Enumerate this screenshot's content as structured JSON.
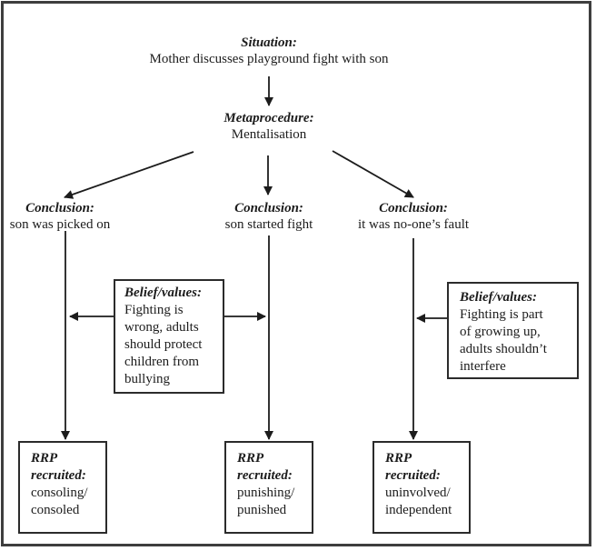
{
  "figure": {
    "situation": {
      "label": "Situation:",
      "text": "Mother discusses playground fight with son"
    },
    "metaprocedure": {
      "label": "Metaprocedure:",
      "text": "Mentalisation"
    },
    "conclusions": [
      {
        "label": "Conclusion:",
        "text": "son was picked on"
      },
      {
        "label": "Conclusion:",
        "text": "son started fight"
      },
      {
        "label": "Conclusion:",
        "text": "it was no-one’s fault"
      }
    ],
    "belief_boxes": [
      {
        "label": "Belief/values:",
        "lines": [
          "Fighting is",
          "wrong, adults",
          "should protect",
          "children from",
          "bullying"
        ]
      },
      {
        "label": "Belief/values:",
        "lines": [
          "Fighting is part",
          "of growing up,",
          "adults shouldn’t",
          "interfere"
        ]
      }
    ],
    "rrp_boxes": [
      {
        "label_lines": [
          "RRP",
          "recruited:"
        ],
        "lines": [
          "consoling/",
          "consoled"
        ]
      },
      {
        "label_lines": [
          "RRP",
          "recruited:"
        ],
        "lines": [
          "punishing/",
          "punished"
        ]
      },
      {
        "label_lines": [
          "RRP",
          "recruited:"
        ],
        "lines": [
          "uninvolved/",
          "independent"
        ]
      }
    ],
    "colors": {
      "ink": "#1c1c1c",
      "frame_border": "#3e3e3e",
      "box_border": "#2b2b2b",
      "background": "#ffffff"
    }
  }
}
